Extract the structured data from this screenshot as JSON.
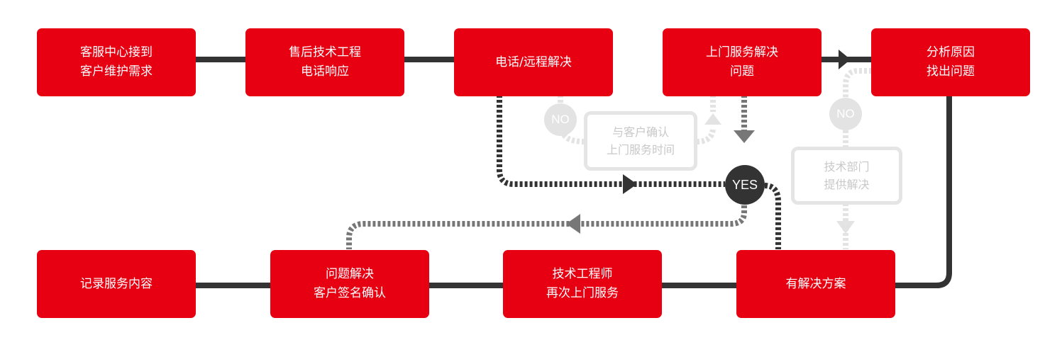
{
  "steps": {
    "s1": {
      "line1": "客服中心接到",
      "line2": "客户维护需求"
    },
    "s2": {
      "line1": "售后技术工程",
      "line2": "电话响应"
    },
    "s3": {
      "line1": "电话/远程解决"
    },
    "s4": {
      "line1": "上门服务解决",
      "line2": "问题"
    },
    "s5": {
      "line1": "分析原因",
      "line2": "找出问题"
    },
    "s6": {
      "line1": "记录服务内容"
    },
    "s7": {
      "line1": "问题解决",
      "line2": "客户签名确认"
    },
    "s8": {
      "line1": "技术工程师",
      "line2": "再次上门服务"
    },
    "s9": {
      "line1": "有解决方案"
    }
  },
  "side_notes": {
    "confirm": {
      "line1": "与客户确认",
      "line2": "上门服务时间"
    },
    "tech": {
      "line1": "技术部门",
      "line2": "提供解决"
    }
  },
  "decisions": {
    "no_left": "NO",
    "no_right": "NO",
    "yes": "YES"
  },
  "colors": {
    "box": "#e60012",
    "line": "#333333",
    "dotted": "#777777",
    "ghost": "#e3e3e3"
  }
}
